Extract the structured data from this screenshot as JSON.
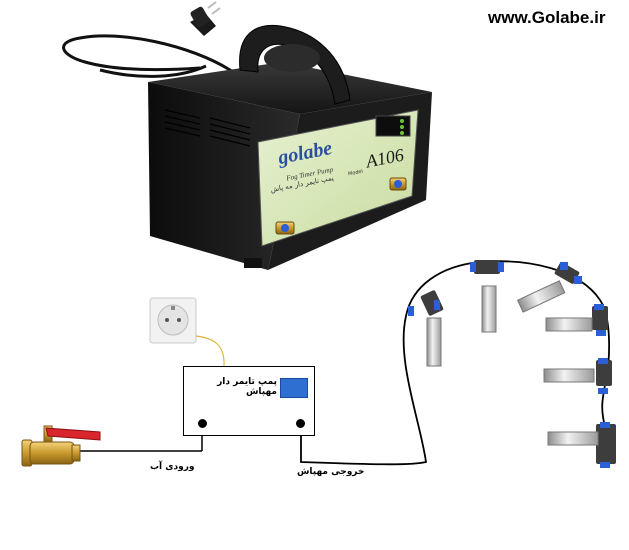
{
  "header": {
    "site_url": "www.Golabe.ir"
  },
  "device": {
    "brand": "golabe",
    "subtitle": "Fog Timer Pump",
    "persian_name": "پمپ تایمر دار مه پاش",
    "model_prefix": "Model",
    "model": "A106"
  },
  "diagram": {
    "box_label": "پمپ تایمر دار مهپاش",
    "inlet_label": "ورودی آب",
    "outlet_label": "خروجی مهپاش",
    "accent_color": "#2f6fd1",
    "valve_color": "#d9262c",
    "fitting_color": "#2a5fd6"
  },
  "icons": [
    "power-plug-icon",
    "wall-socket-icon",
    "ball-valve-icon",
    "mist-nozzle-icon"
  ]
}
